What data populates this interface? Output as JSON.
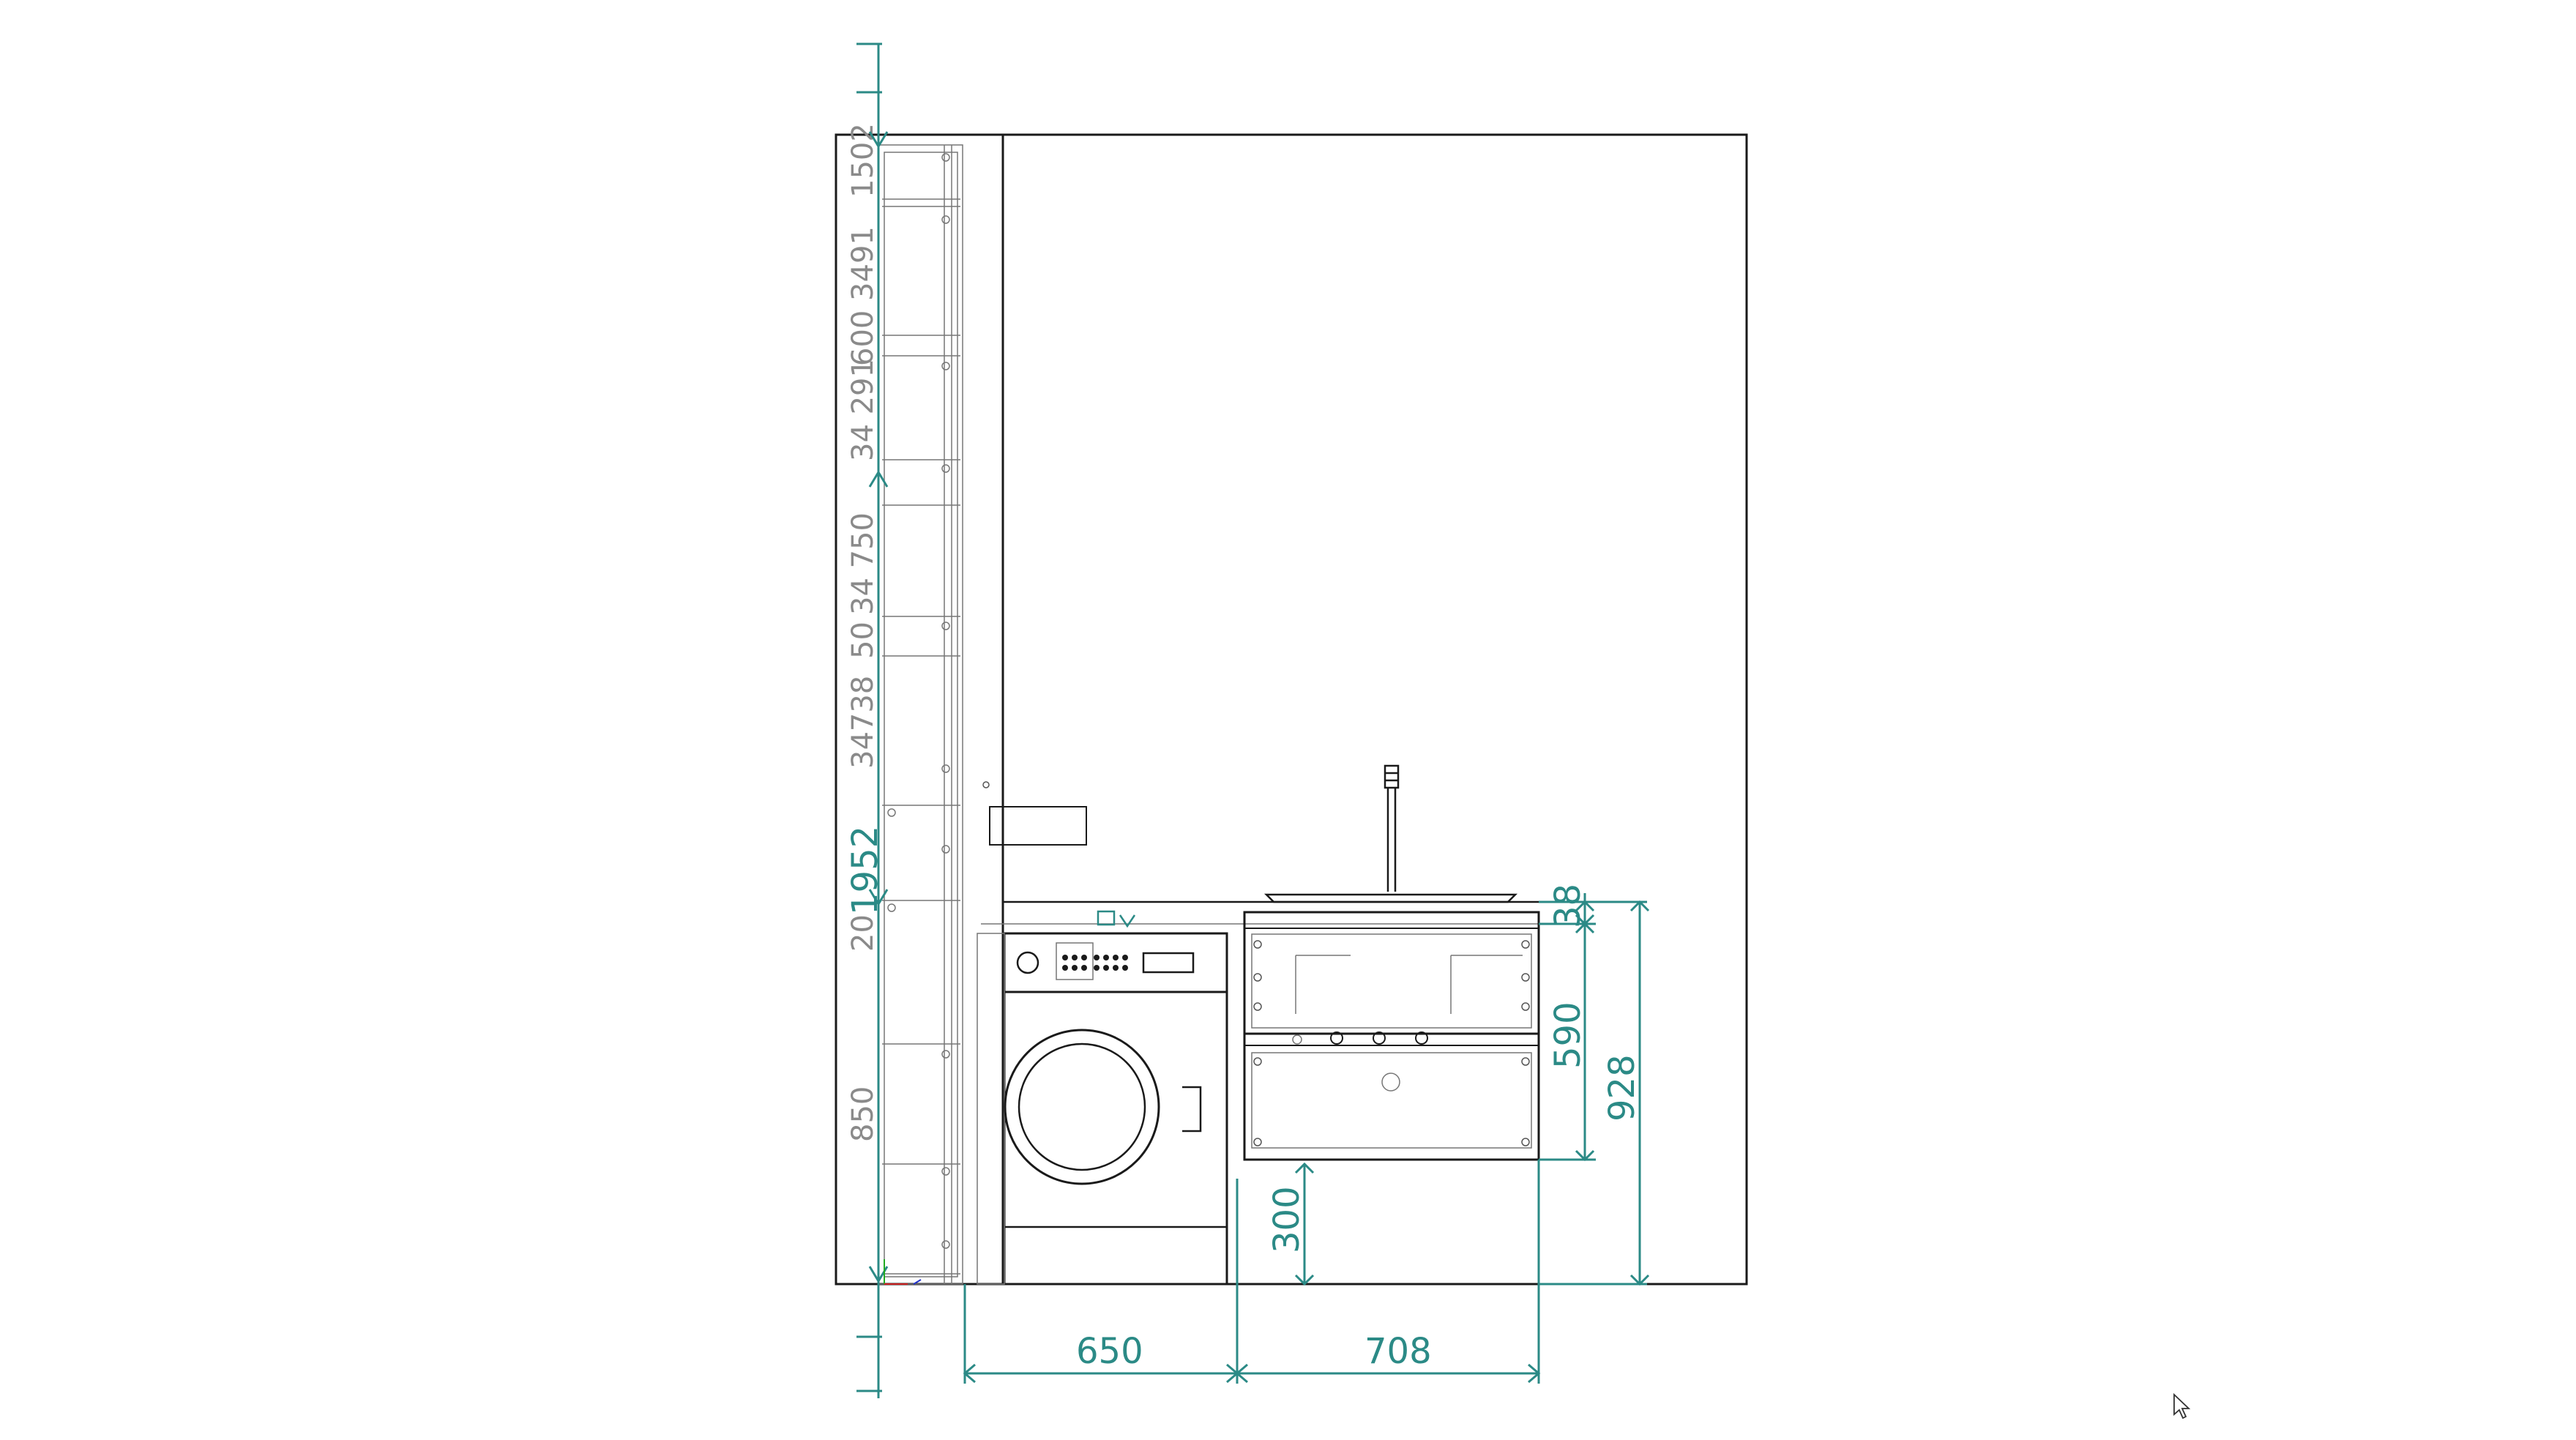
{
  "colors": {
    "line": "#1a1a1a",
    "thin": "#777777",
    "dimension": "#2b8a86",
    "dimension_text_gray": "#8a8a8a",
    "background": "#ffffff"
  },
  "dimensions": {
    "d650": "650",
    "d708": "708",
    "d300": "300",
    "d590": "590",
    "d928": "928",
    "d38": "38",
    "d1952": "1952"
  },
  "tall_cabinet_labels": {
    "l1": "1502",
    "l2": "600 3491",
    "l3": "34 291",
    "l4": "34 750",
    "l5": "50",
    "l6": "34738",
    "l7": "20",
    "l8": "850"
  },
  "icons": {
    "cursor": "mouse-pointer-icon"
  }
}
